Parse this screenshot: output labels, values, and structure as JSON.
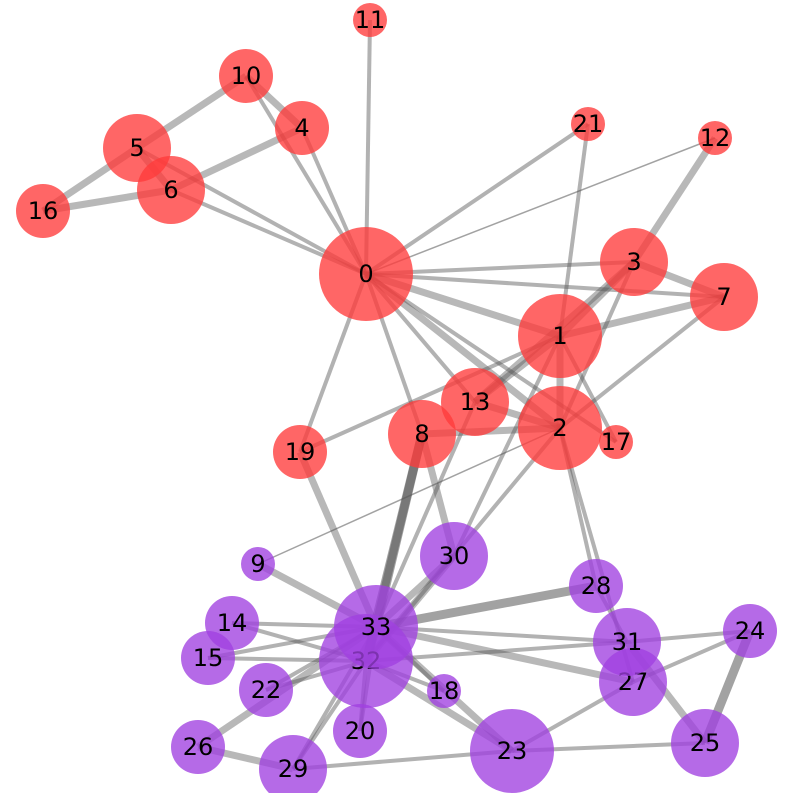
{
  "colors": {
    "group_a": "#ff3b3b",
    "group_b": "#a040e0",
    "edge": "#555555"
  },
  "nodes": [
    {
      "id": "0",
      "group": "group_a",
      "size": 5
    },
    {
      "id": "1",
      "group": "group_a",
      "size": 4
    },
    {
      "id": "2",
      "group": "group_a",
      "size": 4
    },
    {
      "id": "3",
      "group": "group_a",
      "size": 3
    },
    {
      "id": "4",
      "group": "group_a",
      "size": 2
    },
    {
      "id": "5",
      "group": "group_a",
      "size": 3
    },
    {
      "id": "6",
      "group": "group_a",
      "size": 3
    },
    {
      "id": "7",
      "group": "group_a",
      "size": 3
    },
    {
      "id": "8",
      "group": "group_a",
      "size": 3
    },
    {
      "id": "9",
      "group": "group_b",
      "size": 1
    },
    {
      "id": "10",
      "group": "group_a",
      "size": 2
    },
    {
      "id": "11",
      "group": "group_a",
      "size": 1
    },
    {
      "id": "12",
      "group": "group_a",
      "size": 1
    },
    {
      "id": "13",
      "group": "group_a",
      "size": 3
    },
    {
      "id": "14",
      "group": "group_b",
      "size": 2
    },
    {
      "id": "15",
      "group": "group_b",
      "size": 2
    },
    {
      "id": "16",
      "group": "group_a",
      "size": 2
    },
    {
      "id": "17",
      "group": "group_a",
      "size": 1
    },
    {
      "id": "18",
      "group": "group_b",
      "size": 1
    },
    {
      "id": "19",
      "group": "group_a",
      "size": 2
    },
    {
      "id": "20",
      "group": "group_b",
      "size": 2
    },
    {
      "id": "21",
      "group": "group_a",
      "size": 1
    },
    {
      "id": "22",
      "group": "group_b",
      "size": 2
    },
    {
      "id": "23",
      "group": "group_b",
      "size": 4
    },
    {
      "id": "24",
      "group": "group_b",
      "size": 2
    },
    {
      "id": "25",
      "group": "group_b",
      "size": 3
    },
    {
      "id": "26",
      "group": "group_b",
      "size": 2
    },
    {
      "id": "27",
      "group": "group_b",
      "size": 3
    },
    {
      "id": "28",
      "group": "group_b",
      "size": 2
    },
    {
      "id": "29",
      "group": "group_b",
      "size": 3
    },
    {
      "id": "30",
      "group": "group_b",
      "size": 3
    },
    {
      "id": "31",
      "group": "group_b",
      "size": 3
    },
    {
      "id": "32",
      "group": "group_b",
      "size": 5
    },
    {
      "id": "33",
      "group": "group_b",
      "size": 4
    }
  ],
  "edges": [
    [
      "0",
      "1",
      3
    ],
    [
      "0",
      "2",
      3
    ],
    [
      "0",
      "3",
      2
    ],
    [
      "0",
      "4",
      2
    ],
    [
      "0",
      "5",
      2
    ],
    [
      "0",
      "6",
      2
    ],
    [
      "0",
      "7",
      2
    ],
    [
      "0",
      "8",
      2
    ],
    [
      "0",
      "10",
      2
    ],
    [
      "0",
      "11",
      2
    ],
    [
      "0",
      "12",
      1
    ],
    [
      "0",
      "13",
      2
    ],
    [
      "0",
      "17",
      2
    ],
    [
      "0",
      "19",
      2
    ],
    [
      "0",
      "21",
      2
    ],
    [
      "1",
      "2",
      3
    ],
    [
      "1",
      "3",
      3
    ],
    [
      "1",
      "7",
      3
    ],
    [
      "1",
      "13",
      3
    ],
    [
      "1",
      "17",
      2
    ],
    [
      "1",
      "19",
      2
    ],
    [
      "1",
      "21",
      2
    ],
    [
      "1",
      "30",
      2
    ],
    [
      "2",
      "3",
      2
    ],
    [
      "2",
      "7",
      2
    ],
    [
      "2",
      "8",
      3
    ],
    [
      "2",
      "9",
      1
    ],
    [
      "2",
      "13",
      3
    ],
    [
      "2",
      "27",
      2
    ],
    [
      "2",
      "28",
      2
    ],
    [
      "2",
      "32",
      2
    ],
    [
      "3",
      "7",
      3
    ],
    [
      "3",
      "12",
      3
    ],
    [
      "3",
      "13",
      3
    ],
    [
      "4",
      "6",
      3
    ],
    [
      "4",
      "10",
      3
    ],
    [
      "5",
      "6",
      3
    ],
    [
      "5",
      "10",
      3
    ],
    [
      "5",
      "16",
      3
    ],
    [
      "6",
      "16",
      3
    ],
    [
      "8",
      "30",
      3
    ],
    [
      "8",
      "32",
      4
    ],
    [
      "8",
      "33",
      4
    ],
    [
      "9",
      "33",
      3
    ],
    [
      "13",
      "33",
      2
    ],
    [
      "14",
      "32",
      2
    ],
    [
      "14",
      "33",
      2
    ],
    [
      "15",
      "32",
      2
    ],
    [
      "15",
      "33",
      2
    ],
    [
      "18",
      "32",
      2
    ],
    [
      "18",
      "33",
      2
    ],
    [
      "19",
      "33",
      3
    ],
    [
      "20",
      "32",
      2
    ],
    [
      "20",
      "33",
      2
    ],
    [
      "22",
      "32",
      2
    ],
    [
      "22",
      "33",
      2
    ],
    [
      "23",
      "25",
      2
    ],
    [
      "23",
      "27",
      2
    ],
    [
      "23",
      "29",
      2
    ],
    [
      "23",
      "32",
      3
    ],
    [
      "23",
      "33",
      3
    ],
    [
      "24",
      "25",
      4
    ],
    [
      "24",
      "27",
      2
    ],
    [
      "24",
      "31",
      2
    ],
    [
      "25",
      "31",
      3
    ],
    [
      "26",
      "29",
      3
    ],
    [
      "26",
      "33",
      3
    ],
    [
      "27",
      "33",
      3
    ],
    [
      "28",
      "31",
      2
    ],
    [
      "28",
      "33",
      4
    ],
    [
      "29",
      "32",
      2
    ],
    [
      "29",
      "33",
      2
    ],
    [
      "30",
      "32",
      3
    ],
    [
      "30",
      "33",
      3
    ],
    [
      "31",
      "32",
      2
    ],
    [
      "31",
      "33",
      2
    ],
    [
      "32",
      "33",
      4
    ]
  ]
}
